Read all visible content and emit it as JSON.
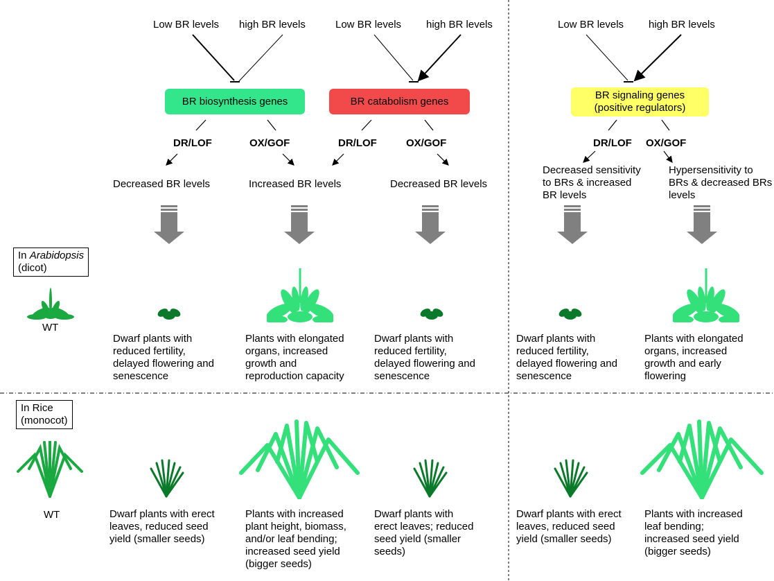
{
  "inputs": {
    "low": "Low BR levels",
    "high": "high BR levels"
  },
  "genes": {
    "biosynthesis": "BR biosynthesis genes",
    "catabolism": "BR catabolism genes",
    "signaling_line1": "BR signaling genes",
    "signaling_line2": "(positive regulators)"
  },
  "modes": {
    "drlof": "DR/LOF",
    "oxgof": "OX/GOF"
  },
  "outcomes": {
    "decreased": "Decreased BR levels",
    "increased": "Increased BR levels",
    "sig_dec": "Decreased sensitivity\nto BRs & increased\nBR levels",
    "sig_inc": "Hypersensitivity to\nBRs & decreased BRs\nlevels"
  },
  "labels": {
    "arabidopsis_pre": "In ",
    "arabidopsis_italic": "Arabidopsis",
    "arabidopsis_sub": "(dicot)",
    "rice": "In Rice\n(monocot)",
    "wt": "WT"
  },
  "arabidopsis_texts": [
    "Dwarf plants with\nreduced fertility,\ndelayed flowering and\nsenescence",
    "Plants with elongated\norgans, increased\ngrowth and\nreproduction capacity",
    "Dwarf plants with\nreduced fertility,\ndelayed flowering and\nsenescence",
    "Dwarf plants with\nreduced fertility,\ndelayed flowering and\nsenescence",
    "Plants with elongated\norgans, increased\ngrowth and early\nflowering"
  ],
  "rice_texts": [
    "Dwarf plants with erect\nleaves, reduced seed\nyield (smaller seeds)",
    "Plants with increased\nplant height, biomass,\nand/or leaf bending;\nincreased seed yield\n(bigger seeds)",
    "Dwarf plants with\nerect leaves; reduced\nseed yield (smaller\nseeds)",
    "Dwarf plants with erect\nleaves, reduced seed\nyield (smaller seeds)",
    "Plants with increased\nleaf bending;\nincreased seed yield\n(bigger seeds)"
  ],
  "colors": {
    "biosynthesis": "#33e68c",
    "catabolism": "#f24a4a",
    "signaling": "#ffff66",
    "leaf_light": "#33e07a",
    "leaf_dark": "#0a7a2a",
    "arrow_gray": "#808080"
  }
}
